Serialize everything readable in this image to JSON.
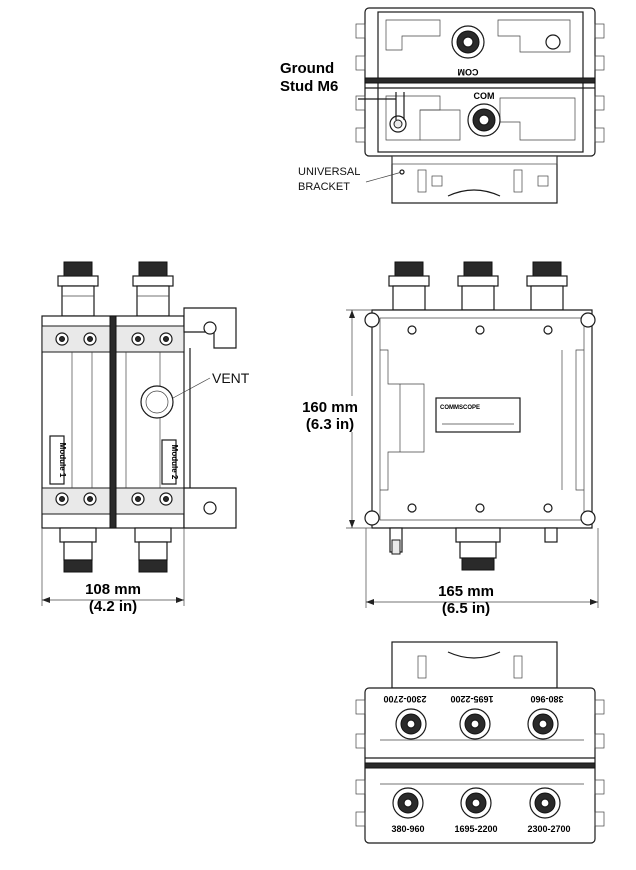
{
  "top_view": {
    "ground_stud_line1": "Ground",
    "ground_stud_line2": "Stud M6",
    "com_mirrored": "COM",
    "com_label": "COM",
    "bracket_line1": "UNIVERSAL",
    "bracket_line2": "BRACKET"
  },
  "side_view": {
    "vent_label": "VENT",
    "module1_label": "Module 1",
    "module2_label": "Module 2",
    "width_mm": "108 mm",
    "width_in": "(4.2 in)"
  },
  "front_view": {
    "brand": "COMMSCOPE",
    "height_mm": "160 mm",
    "height_in": "(6.3 in)",
    "width_mm": "165 mm",
    "width_in": "(6.5 in)"
  },
  "bottom_view": {
    "top_ports": [
      "2300-2700",
      "1695-2200",
      "380-960"
    ],
    "bottom_ports": [
      "380-960",
      "1695-2200",
      "2300-2700"
    ]
  },
  "colors": {
    "line": "#1a1a1a",
    "background": "#ffffff"
  }
}
